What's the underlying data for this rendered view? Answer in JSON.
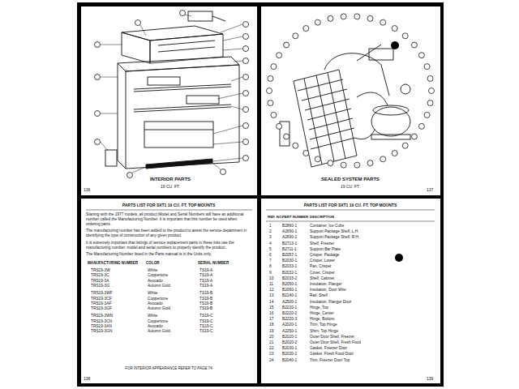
{
  "diagram": {
    "labels": [
      "INTERIOR PARTS",
      "19 CU. FT.",
      "136",
      "SEALED SYSTEM PARTS",
      "19 CU. FT.",
      "137",
      "PARTS LIST FOR SXT1 19 CU. FT. TOP MOUNTS",
      "Starting with the 1977 models, all product Model and Serial Numbers will have an additional number called the Manufacturing Number. It is important that this number be used when ordering parts.",
      "The manufacturing number has been added to the product to assist the service department in identifying the type of construction of any given product.",
      "It is extremely important that listings of service replacement parts in these lists use the manufacturing number, model and serial numbers to properly identify the product.",
      "The Manufacturing Number listed in the Parts manual is in the Units only.",
      "MANUFACTURING NUMBER",
      "COLOR",
      "SERIAL NUMBER",
      "TRS19-3W",
      "White",
      "TS19-A",
      "TRS19-3C",
      "Coppertone",
      "TS19-A",
      "TRS19-3A",
      "Avocado",
      "TS19-A",
      "TRS19-3G",
      "Autumn Gold",
      "TS19-A",
      "TRS19-3WF",
      "White",
      "TS19-B",
      "TRS19-3CF",
      "Coppertone",
      "TS19-B",
      "TRS19-3AF",
      "Avocado",
      "TS19-B",
      "TRS19-3GF",
      "Autumn Gold",
      "TS19-B",
      "TRS19-3WN",
      "White",
      "TS19-C",
      "TRS19-3CN",
      "Coppertone",
      "TS19-C",
      "TRS19-3AN",
      "Avocado",
      "TS19-C",
      "TRS19-3GN",
      "Autumn Gold",
      "TS19-C",
      "FOR INTERIOR APPEARANCE REFER TO PAGE 74",
      "138",
      "PARTS LIST FOR SXT1 19 CU. FT. TOP MOUNTS",
      "REF. NO.",
      "PART NUMBER",
      "DESCRIPTION",
      "1",
      "B2860-1",
      "Container, Ice Cube",
      "2",
      "A2690-1",
      "Support Package Shelf, L.H.",
      "3",
      "A2690-2",
      "Support Package Shelf, R.H.",
      "4",
      "B2713-1",
      "Shelf, Freezer",
      "5",
      "B2711-1",
      "Support Bar Plate",
      "6",
      "B2057-1",
      "Crisper, Package",
      "7",
      "B2030-1",
      "Crisper, Lower",
      "8",
      "B2033-1",
      "Pan, Crisper",
      "9",
      "B2032-1",
      "Cover, Crisper",
      "10",
      "B2033-2",
      "Shelf, Cabinet",
      "11",
      "B2050-1",
      "Insulation, Flanger",
      "12",
      "B2060-1",
      "Insulation, Door Wire",
      "13",
      "B2140-1",
      "Rail, Shelf",
      "14",
      "A2500-1",
      "Insulation, Flanger Door",
      "15",
      "B2220-1",
      "Hinge, Top",
      "16",
      "B2220-2",
      "Hinge, Center",
      "17",
      "B2220-3",
      "Hinge, Bottom",
      "18",
      "A2020-1",
      "Trim, Top Hinge",
      "19",
      "A2250-1",
      "Shim, Top Hinge",
      "20",
      "B2020-1",
      "Outer Door Shell, Freezer",
      "21",
      "B2020-2",
      "Outer Door Shell, Fresh Food",
      "22",
      "B2030-1",
      "Gasket, Freezer Door",
      "23",
      "B2030-2",
      "Gasket, Fresh Food Door",
      "24",
      "B2040-1",
      "Trim, Freezer Door Top",
      "139"
    ]
  }
}
